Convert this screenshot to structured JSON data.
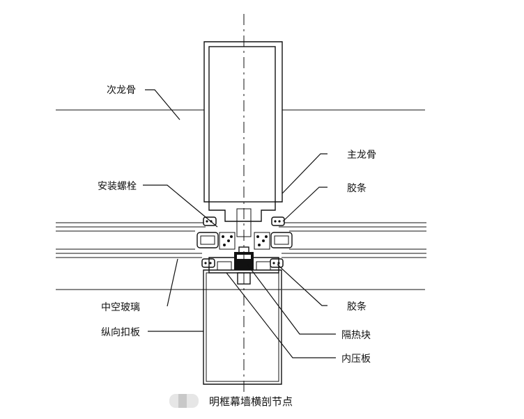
{
  "labels": {
    "secondary_keel": "次龙骨",
    "main_keel": "主龙骨",
    "install_bolt": "安装螺栓",
    "rubber_strip_top": "胶条",
    "insulating_glass": "中空玻璃",
    "rubber_strip_bottom": "胶条",
    "cover_plate": "纵向扣板",
    "thermal_block": "隔热块",
    "pressure_plate": "内压板"
  },
  "caption": "明框幕墙横剖节点"
}
